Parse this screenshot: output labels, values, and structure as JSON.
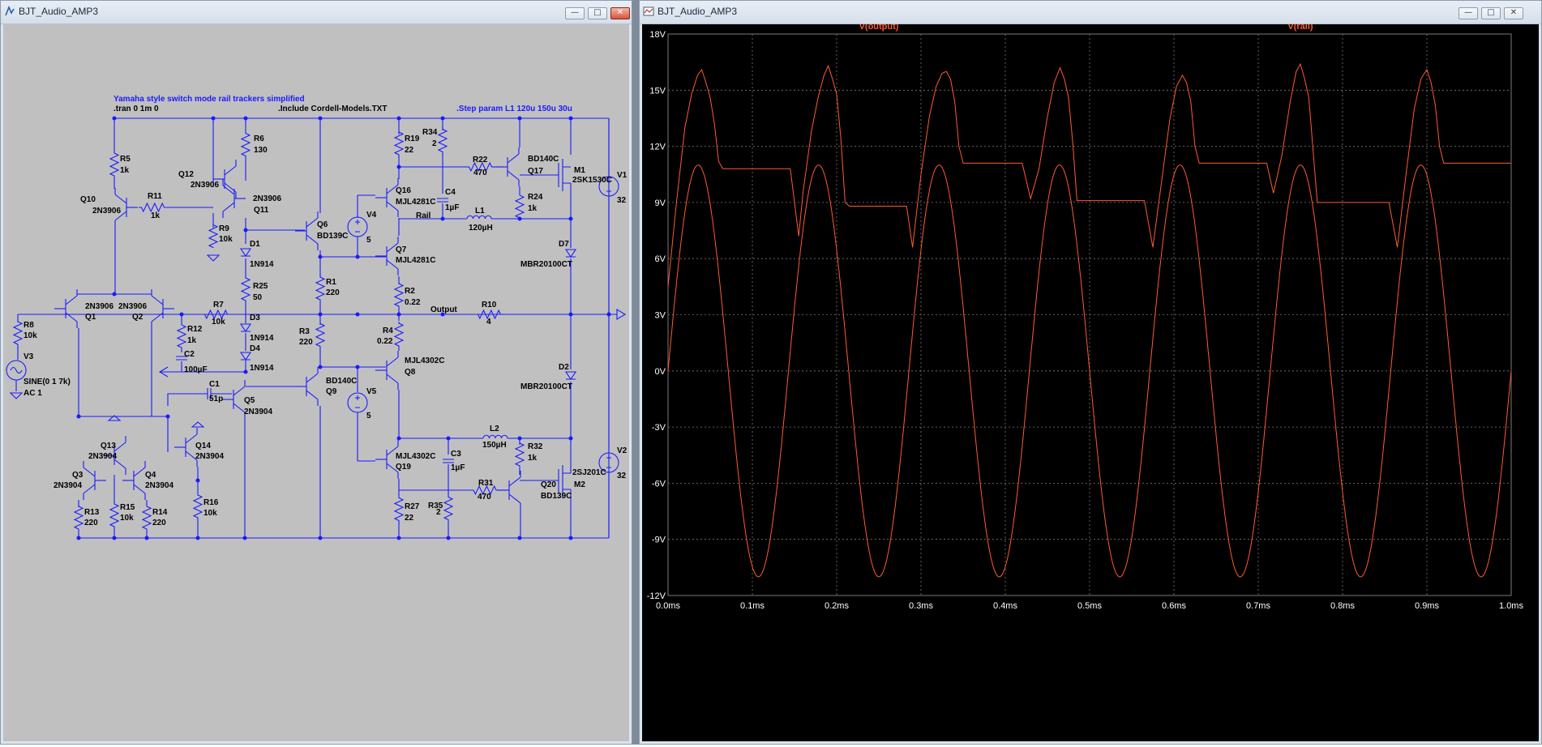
{
  "schematic_window": {
    "title": "BJT_Audio_AMP3",
    "buttons": {
      "minimize": "—",
      "maximize": "□",
      "close": "✕"
    },
    "directives": {
      "comment": "Yamaha style switch mode rail trackers simplified",
      "tran": ".tran 0 1m 0",
      "include": ".Include Cordell-Models.TXT",
      "step": ".Step param L1 120u 150u 30u"
    },
    "components": [
      {
        "ref": "R5",
        "value": "1k"
      },
      {
        "ref": "R11",
        "value": "1k"
      },
      {
        "ref": "Q10",
        "value": "2N3906"
      },
      {
        "ref": "Q12",
        "value": "2N3906"
      },
      {
        "ref": "Q11",
        "value": "2N3906"
      },
      {
        "ref": "R6",
        "value": "130"
      },
      {
        "ref": "R9",
        "value": "10k"
      },
      {
        "ref": "D1",
        "value": "1N914"
      },
      {
        "ref": "R25",
        "value": "50"
      },
      {
        "ref": "D3",
        "value": "1N914"
      },
      {
        "ref": "D4",
        "value": "1N914"
      },
      {
        "ref": "Q6",
        "value": "BD139C"
      },
      {
        "ref": "R1",
        "value": "220"
      },
      {
        "ref": "R3",
        "value": "220"
      },
      {
        "ref": "Q9",
        "value": "BD140C"
      },
      {
        "ref": "Q5",
        "value": "2N3904"
      },
      {
        "ref": "V4",
        "value": "5"
      },
      {
        "ref": "V5",
        "value": "5"
      },
      {
        "ref": "Q16",
        "value": "MJL4281C"
      },
      {
        "ref": "Q7",
        "value": "MJL4281C"
      },
      {
        "ref": "Q8",
        "value": "MJL4302C"
      },
      {
        "ref": "Q19",
        "value": "MJL4302C"
      },
      {
        "ref": "R19",
        "value": "22"
      },
      {
        "ref": "R34",
        "value": "2"
      },
      {
        "ref": "C4",
        "value": "1µF"
      },
      {
        "ref": "R22",
        "value": "470"
      },
      {
        "ref": "Q17",
        "value": "BD140C"
      },
      {
        "ref": "M1",
        "value": "2SK1530C"
      },
      {
        "ref": "R24",
        "value": "1k"
      },
      {
        "ref": "L1",
        "value": "120µH"
      },
      {
        "ref": "V1",
        "value": "32"
      },
      {
        "ref": "D7",
        "value": "MBR20100CT"
      },
      {
        "ref": "R2",
        "value": "0.22"
      },
      {
        "ref": "R4",
        "value": "0.22"
      },
      {
        "ref": "R10",
        "value": "4"
      },
      {
        "ref": "D2",
        "value": "MBR20100CT"
      },
      {
        "ref": "L2",
        "value": "150µH"
      },
      {
        "ref": "R32",
        "value": "1k"
      },
      {
        "ref": "C3",
        "value": "1µF"
      },
      {
        "ref": "M2",
        "value": "2SJ201C"
      },
      {
        "ref": "V2",
        "value": "32"
      },
      {
        "ref": "R31",
        "value": "470"
      },
      {
        "ref": "Q20",
        "value": "BD139C"
      },
      {
        "ref": "R35",
        "value": "2"
      },
      {
        "ref": "R27",
        "value": "22"
      },
      {
        "ref": "R8",
        "value": "10k"
      },
      {
        "ref": "V3",
        "value": "SINE(0 1 7k)"
      },
      {
        "ref": "Q1",
        "value": "2N3906"
      },
      {
        "ref": "Q2",
        "value": "2N3906"
      },
      {
        "ref": "R7",
        "value": "10k"
      },
      {
        "ref": "R12",
        "value": "1k"
      },
      {
        "ref": "C2",
        "value": "100µF"
      },
      {
        "ref": "C1",
        "value": "51p"
      },
      {
        "ref": "Q13",
        "value": "2N3904"
      },
      {
        "ref": "Q14",
        "value": "2N3904"
      },
      {
        "ref": "Q3",
        "value": "2N3904"
      },
      {
        "ref": "Q4",
        "value": "2N3904"
      },
      {
        "ref": "R13",
        "value": "220"
      },
      {
        "ref": "R15",
        "value": "10k"
      },
      {
        "ref": "R14",
        "value": "220"
      },
      {
        "ref": "R16",
        "value": "10k"
      }
    ],
    "v3_ac": "AC 1",
    "net_labels": {
      "rail": "Rail",
      "output": "Output"
    }
  },
  "plot_window": {
    "title": "BJT_Audio_AMP3",
    "buttons": {
      "minimize": "—",
      "maximize": "□",
      "close": "✕"
    },
    "colors": {
      "background": "#000000",
      "trace": "#ff5a32",
      "axis_text": "#ffffff",
      "grid": "#7a7a7a"
    }
  },
  "chart_data": {
    "type": "line",
    "title": "",
    "xlabel": "",
    "ylabel": "",
    "xlim": [
      0,
      1.0
    ],
    "ylim": [
      -12,
      18
    ],
    "grid": true,
    "x_ticks": [
      "0.0ms",
      "0.1ms",
      "0.2ms",
      "0.3ms",
      "0.4ms",
      "0.5ms",
      "0.6ms",
      "0.7ms",
      "0.8ms",
      "0.9ms",
      "1.0ms"
    ],
    "y_ticks": [
      "18V",
      "15V",
      "12V",
      "9V",
      "6V",
      "3V",
      "0V",
      "-3V",
      "-6V",
      "-9V",
      "-12V"
    ],
    "series": [
      {
        "name": "V(output)",
        "function": "11*sin(2*pi*7000*t)",
        "amplitude": 11,
        "frequency_hz": 7000
      },
      {
        "name": "V(rail)",
        "points": [
          [
            0.0,
            4.5
          ],
          [
            0.01,
            9.0
          ],
          [
            0.02,
            13.0
          ],
          [
            0.028,
            14.8
          ],
          [
            0.035,
            15.8
          ],
          [
            0.04,
            16.1
          ],
          [
            0.045,
            15.4
          ],
          [
            0.05,
            14.6
          ],
          [
            0.055,
            13.2
          ],
          [
            0.06,
            11.2
          ],
          [
            0.065,
            10.8
          ],
          [
            0.1,
            10.8
          ],
          [
            0.145,
            10.8
          ],
          [
            0.15,
            9.0
          ],
          [
            0.155,
            7.2
          ],
          [
            0.16,
            9.5
          ],
          [
            0.17,
            12.8
          ],
          [
            0.178,
            14.6
          ],
          [
            0.185,
            15.8
          ],
          [
            0.19,
            16.3
          ],
          [
            0.195,
            15.6
          ],
          [
            0.2,
            14.8
          ],
          [
            0.205,
            12.4
          ],
          [
            0.21,
            9.0
          ],
          [
            0.215,
            8.8
          ],
          [
            0.245,
            8.8
          ],
          [
            0.283,
            8.8
          ],
          [
            0.29,
            6.6
          ],
          [
            0.3,
            10.5
          ],
          [
            0.31,
            13.6
          ],
          [
            0.318,
            15.2
          ],
          [
            0.325,
            15.9
          ],
          [
            0.33,
            16.0
          ],
          [
            0.335,
            15.6
          ],
          [
            0.34,
            14.4
          ],
          [
            0.345,
            12.0
          ],
          [
            0.35,
            11.1
          ],
          [
            0.4,
            11.1
          ],
          [
            0.42,
            11.1
          ],
          [
            0.43,
            9.2
          ],
          [
            0.44,
            10.8
          ],
          [
            0.45,
            13.6
          ],
          [
            0.458,
            15.4
          ],
          [
            0.465,
            16.2
          ],
          [
            0.47,
            15.6
          ],
          [
            0.475,
            14.6
          ],
          [
            0.48,
            12.2
          ],
          [
            0.485,
            9.1
          ],
          [
            0.5,
            9.1
          ],
          [
            0.565,
            9.1
          ],
          [
            0.575,
            6.6
          ],
          [
            0.585,
            10.0
          ],
          [
            0.595,
            13.4
          ],
          [
            0.603,
            15.2
          ],
          [
            0.61,
            15.8
          ],
          [
            0.615,
            15.4
          ],
          [
            0.62,
            14.4
          ],
          [
            0.625,
            12.0
          ],
          [
            0.63,
            11.1
          ],
          [
            0.7,
            11.1
          ],
          [
            0.71,
            11.1
          ],
          [
            0.718,
            9.5
          ],
          [
            0.728,
            11.5
          ],
          [
            0.738,
            14.4
          ],
          [
            0.745,
            16.0
          ],
          [
            0.75,
            16.4
          ],
          [
            0.755,
            15.6
          ],
          [
            0.76,
            14.6
          ],
          [
            0.765,
            11.8
          ],
          [
            0.77,
            9.0
          ],
          [
            0.82,
            9.0
          ],
          [
            0.855,
            9.0
          ],
          [
            0.865,
            6.6
          ],
          [
            0.875,
            10.4
          ],
          [
            0.885,
            14.0
          ],
          [
            0.893,
            15.6
          ],
          [
            0.9,
            16.1
          ],
          [
            0.905,
            15.4
          ],
          [
            0.91,
            14.2
          ],
          [
            0.915,
            12.0
          ],
          [
            0.92,
            11.1
          ],
          [
            1.0,
            11.1
          ]
        ]
      }
    ]
  }
}
